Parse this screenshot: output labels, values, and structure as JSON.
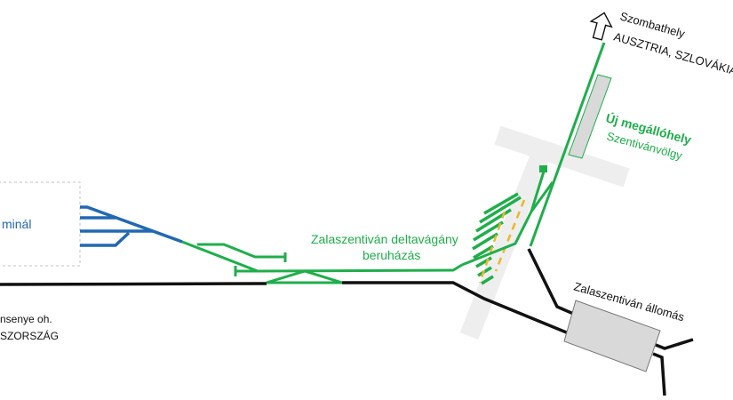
{
  "colors": {
    "new_track": "#1fae4b",
    "terminal_track": "#2168b2",
    "existing_track": "#111111",
    "yellow": "#e8b92a",
    "road": "#eeeeee",
    "station_fill": "#d9d9d9"
  },
  "labels": {
    "terminal": "minál",
    "west_station_line1": "nsenye oh.",
    "west_station_line2": "SZORSZÁG",
    "project_line1": "Zalaszentiván deltavágány",
    "project_line2": "beruházás",
    "north_line1": "Szombathely",
    "north_line2": "AUSZTRIA, SZLOVÁKIA",
    "new_stop_line1": "Új megállóhely",
    "new_stop_line2": "Szentivánvölgy",
    "station": "Zalaszentiván állomás"
  },
  "icons": {
    "direction": "arrow-up-outline-icon"
  }
}
